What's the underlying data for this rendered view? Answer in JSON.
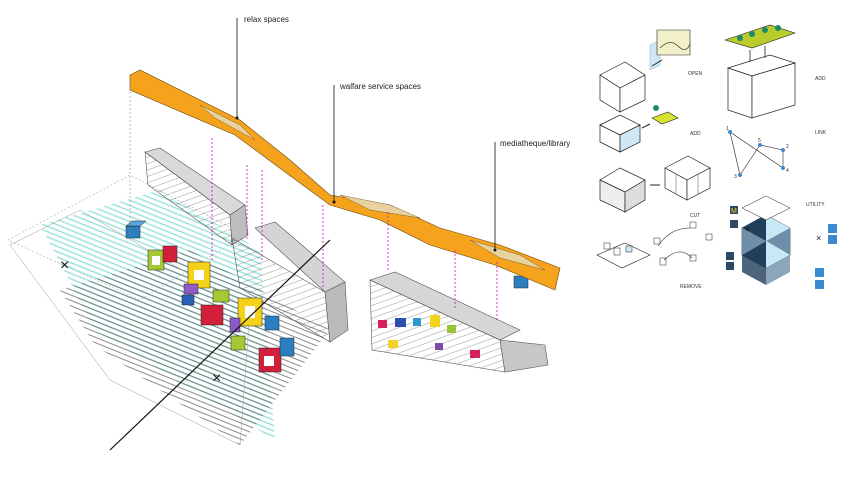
{
  "annotations": {
    "relax": "relax spaces",
    "welfare": "walfare service spaces",
    "media": "mediatheque/library"
  },
  "operations": {
    "open": "OPEN",
    "add_left": "ADD",
    "add_right": "ADD",
    "link": "LINK",
    "cut": "CUT",
    "utility": "UTILITY",
    "remove": "REMOVE"
  },
  "link_numbers": [
    "1",
    "2",
    "3",
    "4",
    "5"
  ],
  "colors": {
    "ribbon": "#f5a21c",
    "cyan_lines": "#8fe0d8",
    "pink_dash": "#d81fc0",
    "hex_dark": "#1f3f5b",
    "hex_mid": "#6f8ea8",
    "hex_light": "#c7e9f6",
    "green_roof": "#b9cc2c"
  },
  "icons": [
    "mcdonalds-icon",
    "cross-icon",
    "hospital-h-icon",
    "bank-icon",
    "parking-icon",
    "bike-icon",
    "store-icon"
  ]
}
